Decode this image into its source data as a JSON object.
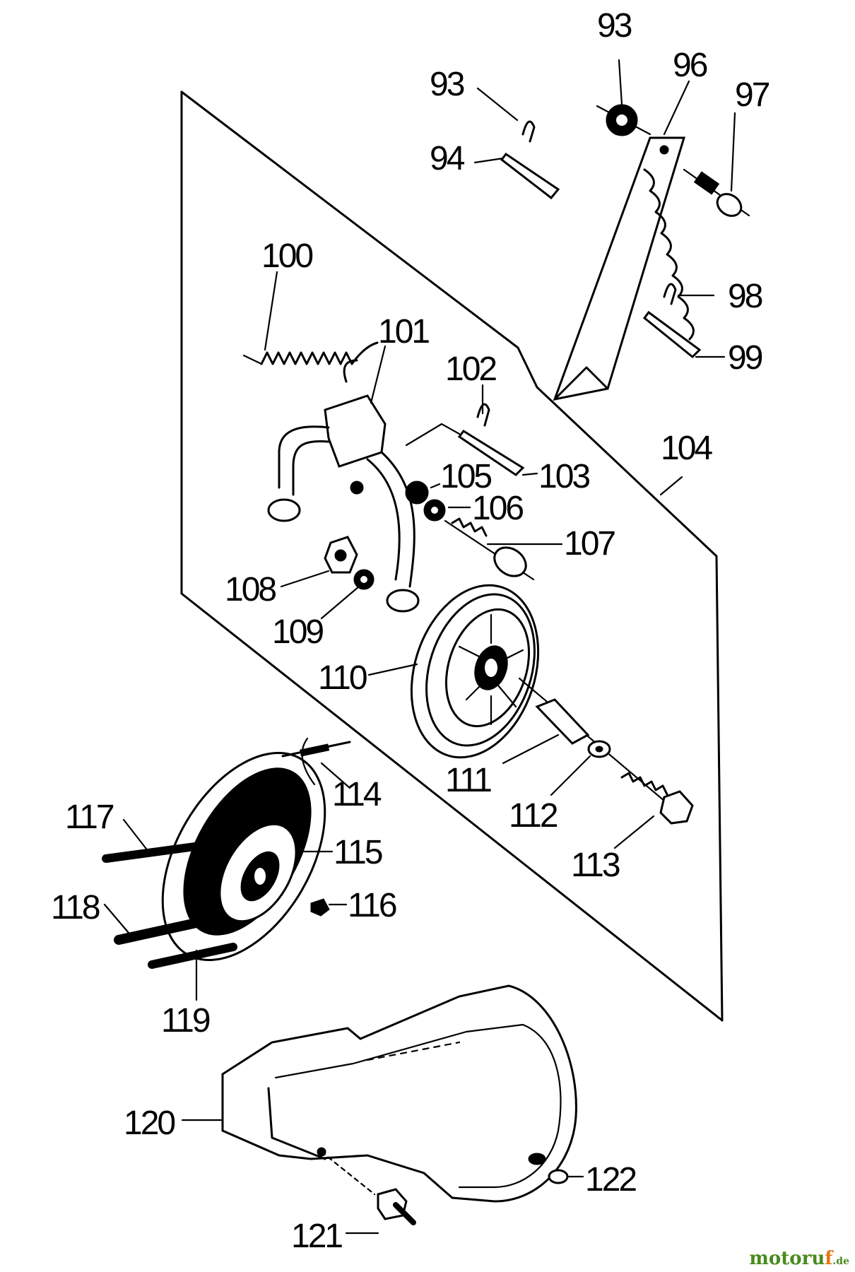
{
  "diagram": {
    "labels": [
      "93",
      "93",
      "94",
      "96",
      "97",
      "98",
      "99",
      "100",
      "101",
      "102",
      "103",
      "104",
      "105",
      "106",
      "107",
      "108",
      "109",
      "110",
      "111",
      "112",
      "113",
      "114",
      "115",
      "116",
      "117",
      "118",
      "119",
      "120",
      "121",
      "122"
    ]
  },
  "watermark": {
    "main": "motoru",
    "accent": "f",
    "tld": ".de"
  },
  "colors": {
    "ink": "#000000",
    "paper": "#ffffff",
    "watermark_green": "#4a8a1e",
    "watermark_orange": "#e07a10"
  }
}
